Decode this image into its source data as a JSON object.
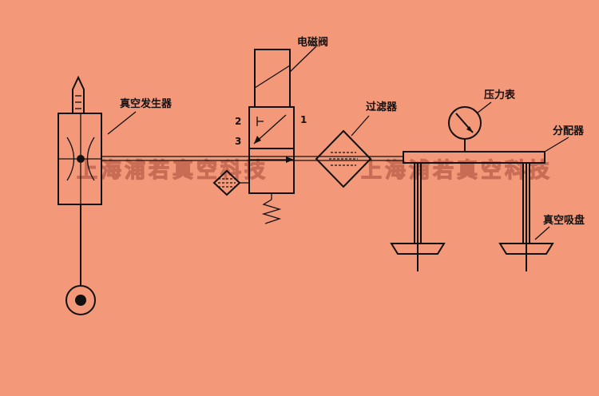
{
  "labels": {
    "vacuum_generator": "真空发生器",
    "solenoid_valve": "电磁阀",
    "filter": "过滤器",
    "pressure_gauge": "压力表",
    "distributor": "分配器",
    "suction_cup": "真空吸盘"
  },
  "ports": {
    "p1": "1",
    "p2": "2",
    "p3": "3"
  },
  "watermark": {
    "left": "上海浦若真空科技",
    "right": "上海浦若真空科技"
  },
  "colors": {
    "background": "#f4987a",
    "line": "#111111"
  }
}
